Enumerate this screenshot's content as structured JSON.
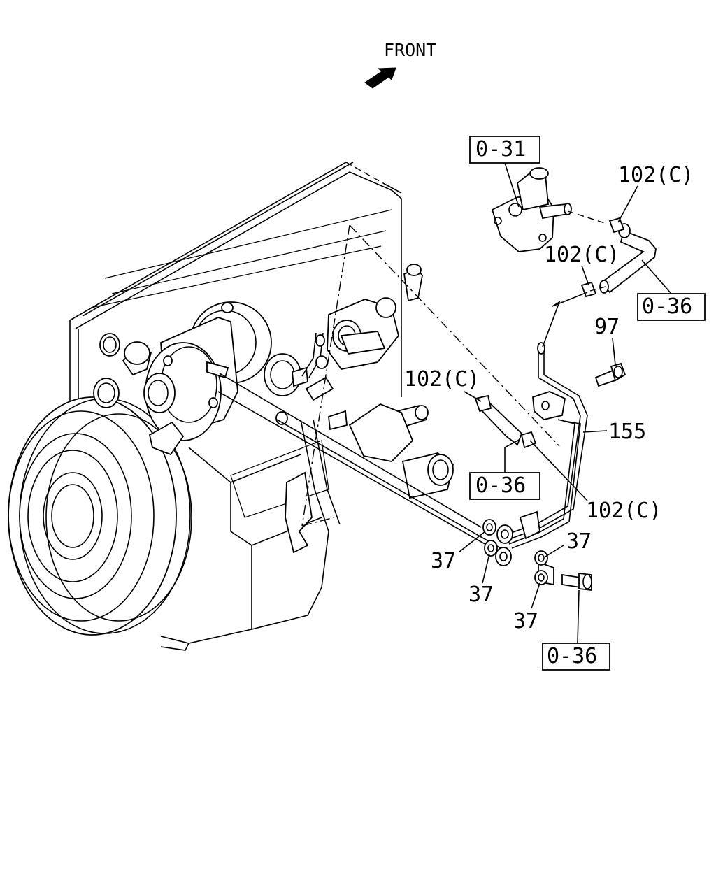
{
  "header": {
    "front_label": "FRONT"
  },
  "refs": {
    "ref_031": "0-31",
    "ref_036_top": "0-36",
    "ref_036_mid": "0-36",
    "ref_036_bottom": "0-36"
  },
  "callouts": {
    "clamp_top": "102(C)",
    "clamp_second": "102(C)",
    "clamp_left": "102(C)",
    "clamp_right": "102(C)",
    "bolt_97": "97",
    "pipe_155": "155",
    "washer_a": "37",
    "washer_b": "37",
    "washer_c": "37",
    "washer_d": "37"
  }
}
